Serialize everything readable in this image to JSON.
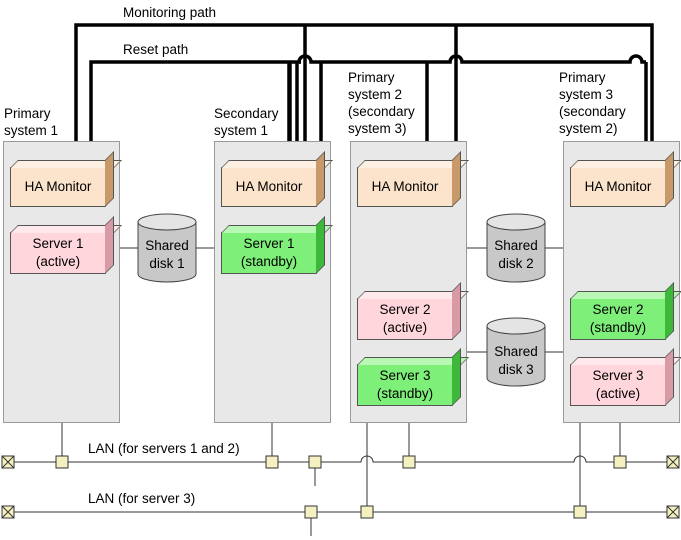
{
  "paths": {
    "monitoring": "Monitoring path",
    "reset": "Reset path"
  },
  "systems": [
    {
      "label_lines": [
        "Primary",
        "system 1"
      ]
    },
    {
      "label_lines": [
        "Secondary",
        "system 1"
      ]
    },
    {
      "label_lines": [
        "Primary",
        "system 2",
        "(secondary",
        "system 3)"
      ]
    },
    {
      "label_lines": [
        "Primary",
        "system 3",
        "(secondary",
        "system 2)"
      ]
    }
  ],
  "ha_monitor": "HA Monitor",
  "servers": {
    "s1": {
      "line1": "Server 1",
      "line2": "(active)"
    },
    "s1b": {
      "line1": "Server 1",
      "line2": "(standby)"
    },
    "s2": {
      "line1": "Server 2",
      "line2": "(active)"
    },
    "s3b": {
      "line1": "Server 3",
      "line2": "(standby)"
    },
    "s2b": {
      "line1": "Server 2",
      "line2": "(standby)"
    },
    "s3": {
      "line1": "Server 3",
      "line2": "(active)"
    }
  },
  "disks": [
    {
      "line1": "Shared",
      "line2": "disk 1"
    },
    {
      "line1": "Shared",
      "line2": "disk 2"
    },
    {
      "line1": "Shared",
      "line2": "disk 3"
    }
  ],
  "lans": {
    "lan1": "LAN (for servers 1 and 2)",
    "lan2": "LAN (for server 3)"
  },
  "colors": {
    "ha_monitor": "#fbe3cc",
    "active": "#ffd6dc",
    "standby": "#7ef07a",
    "panel": "#e8e8e8",
    "disk": "#c8c8c8",
    "connector": "#f5f0c0"
  }
}
